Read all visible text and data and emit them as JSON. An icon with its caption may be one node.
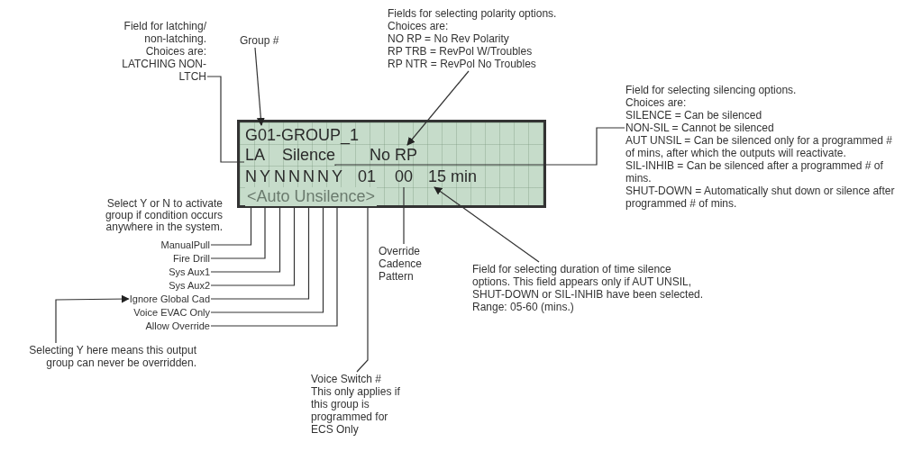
{
  "diagram": {
    "nodes": [
      {
        "text": [],
        "shape": "box"
      },
      {
        "text": [
          "G01-GROUP_1"
        ],
        "in": 0
      },
      {
        "text": [
          "LA"
        ],
        "in": 0
      },
      {
        "text": [
          "Silence"
        ],
        "in": 0
      },
      {
        "text": [
          "No RP"
        ],
        "in": 0
      },
      {
        "text": [
          "N"
        ],
        "in": 0
      },
      {
        "text": [
          "Y"
        ],
        "in": 0
      },
      {
        "text": [
          "N"
        ],
        "in": 0
      },
      {
        "text": [
          "N"
        ],
        "in": 0
      },
      {
        "text": [
          "N"
        ],
        "in": 0
      },
      {
        "text": [
          "N"
        ],
        "in": 0
      },
      {
        "text": [
          "Y"
        ],
        "in": 0
      },
      {
        "text": [
          "01"
        ],
        "in": 0
      },
      {
        "text": [
          "00"
        ],
        "in": 0
      },
      {
        "text": [
          "15 min"
        ],
        "in": 0
      },
      {
        "text": [
          "<Auto Unsilence>"
        ],
        "in": 0
      },
      {
        "text": [
          "Field for latching/ non-latching. Choices are: LATCHING NON-LTCH"
        ]
      },
      {
        "text": [
          "Group #"
        ]
      },
      {
        "text": [
          "Fields for selecting polarity options. Choices are:",
          "NO RP = No Rev Polarity",
          "RP TRB = RevPol W/Troubles",
          "RP NTR = RevPol No Troubles"
        ]
      },
      {
        "text": [
          "Field for selecting silencing options. Choices are:",
          "SILENCE = Can be silenced",
          "NON-SIL = Cannot be silenced",
          "AUT UNSIL = Can be silenced only for a programmed # of mins, after which the outputs will reactivate.",
          "SIL-INHIB = Can be silenced after a programmed # of mins.",
          "SHUT-DOWN = Automatically shut down or silence after programmed # of mins."
        ]
      },
      {
        "text": [
          "ManualPull"
        ]
      },
      {
        "text": [
          "Fire Drill"
        ]
      },
      {
        "text": [
          "Sys Aux1"
        ]
      },
      {
        "text": [
          "Sys Aux2"
        ]
      },
      {
        "text": [
          "Ignore Global Cad"
        ]
      },
      {
        "text": [
          "Voice EVAC Only"
        ]
      },
      {
        "text": [
          "Allow Override"
        ]
      },
      {
        "text": [
          "Override Cadence Pattern"
        ]
      },
      {
        "text": [
          "Voice Switch #",
          "This only applies if this group is programmed for ECS Only"
        ]
      },
      {
        "text": [
          "Field for selecting duration of time silence options. This field appears only if AUT UNSIL, SHUT-DOWN or SIL-INHIB have been selected.",
          "Range: 05-60 (mins.)"
        ]
      },
      {
        "text": [
          "Selecting Y here means this output group can never be overridden."
        ]
      }
    ],
    "edges": [
      {
        "from": 16,
        "to": 2,
        "arrow": "none"
      },
      {
        "from": 17,
        "to": 1,
        "arrow": "to"
      },
      {
        "from": 18,
        "to": 4,
        "arrow": "to"
      },
      {
        "from": 19,
        "to": 3,
        "arrow": "none"
      },
      {
        "from": 20,
        "to": 5,
        "arrow": "none"
      },
      {
        "from": 21,
        "to": 6,
        "arrow": "none"
      },
      {
        "from": 22,
        "to": 7,
        "arrow": "none"
      },
      {
        "from": 23,
        "to": 8,
        "arrow": "none"
      },
      {
        "from": 24,
        "to": 9,
        "arrow": "none"
      },
      {
        "from": 25,
        "to": 10,
        "arrow": "none"
      },
      {
        "from": 26,
        "to": 11,
        "arrow": "none"
      },
      {
        "from": 27,
        "to": 13,
        "arrow": "none"
      },
      {
        "from": 28,
        "to": 12,
        "arrow": "none"
      },
      {
        "from": 29,
        "to": 14,
        "arrow": "to"
      },
      {
        "from": 30,
        "to": 24,
        "arrow": "to"
      }
    ],
    "labels": [
      "Select Y or N to activate group if condition occurs anywhere in the system."
    ]
  }
}
